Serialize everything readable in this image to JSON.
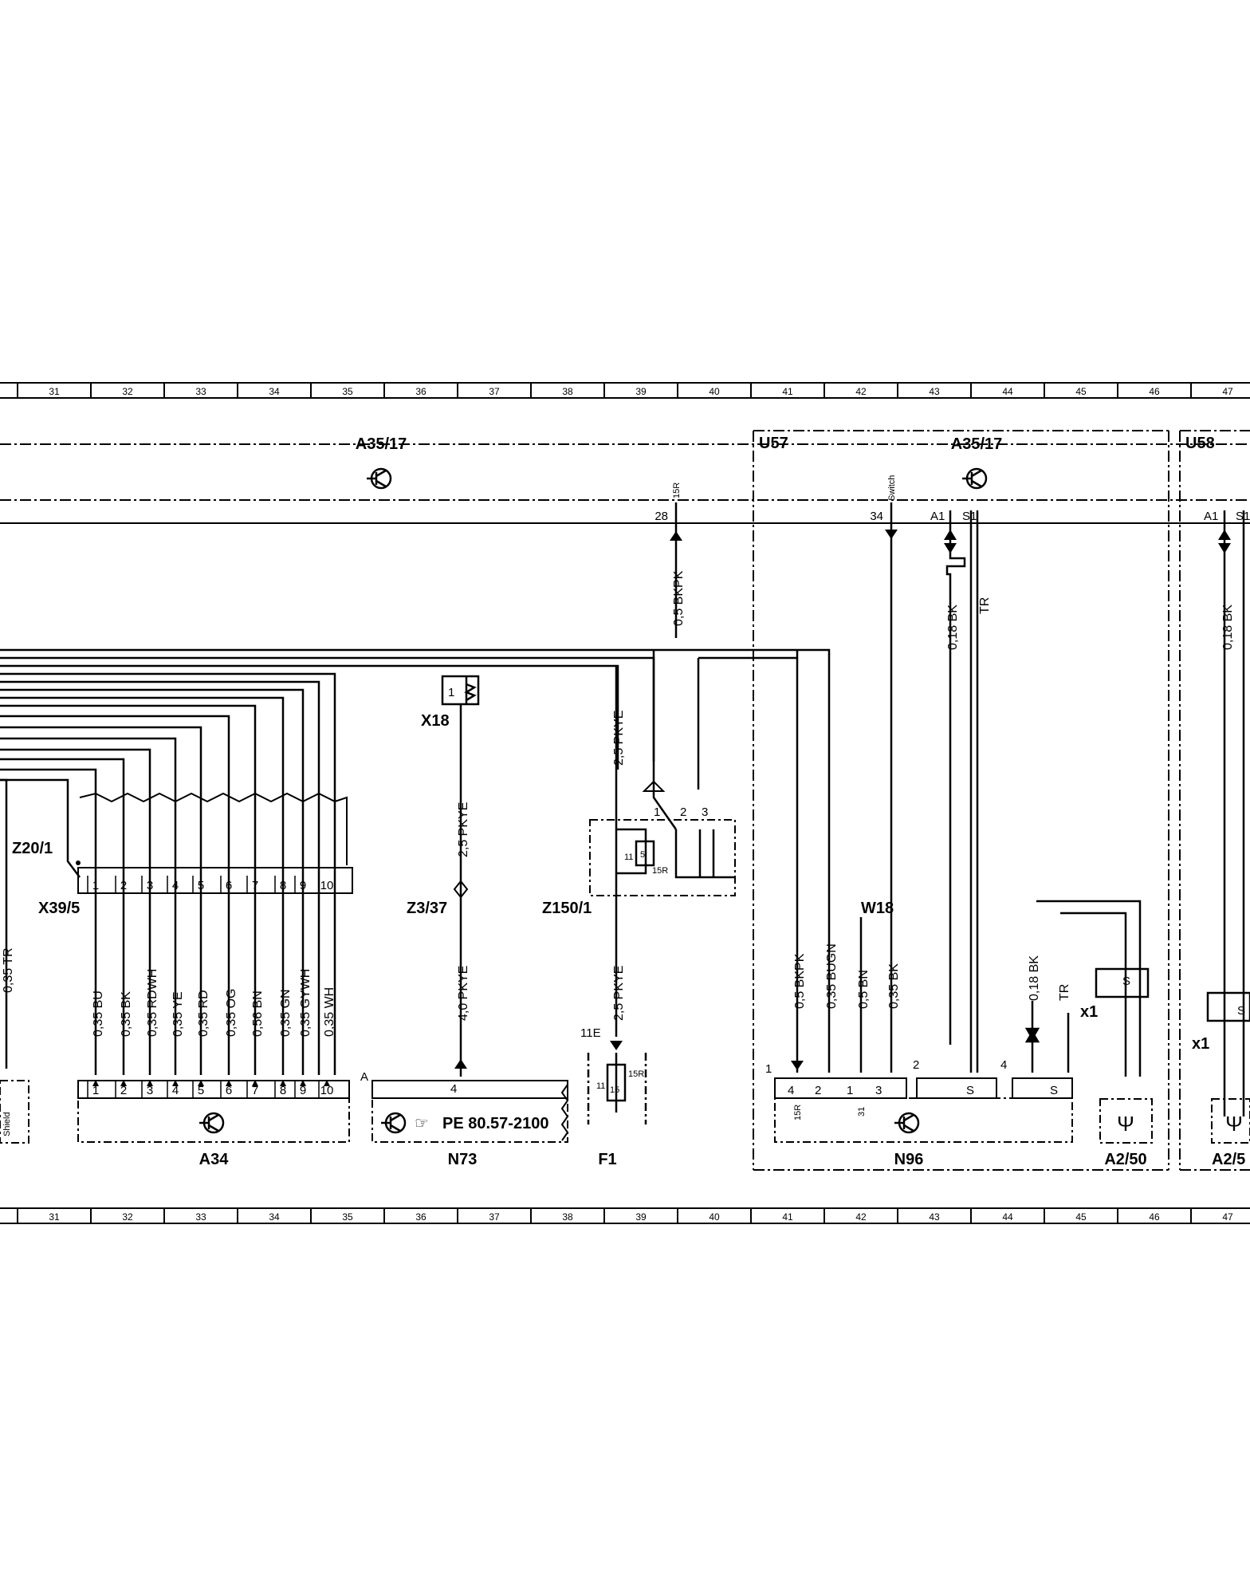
{
  "grid": {
    "columns": [
      "31",
      "32",
      "33",
      "34",
      "35",
      "36",
      "37",
      "38",
      "39",
      "40",
      "41",
      "42",
      "43",
      "44",
      "45",
      "46",
      "47"
    ]
  },
  "components": {
    "a35_17_left": "A35/17",
    "u57": "U57",
    "a35_17_right": "A35/17",
    "u58": "U58",
    "x18": "X18",
    "z20_1": "Z20/1",
    "x39_5": "X39/5",
    "z3_37": "Z3/37",
    "z150_1": "Z150/1",
    "w18": "W18",
    "a34": "A34",
    "n73": "N73",
    "f1": "F1",
    "n96": "N96",
    "a2_50": "A2/50",
    "a2_5_cut": "A2/5",
    "n73_ref": "PE 80.57-2100",
    "shield": "Shield",
    "x1_left": "x1",
    "x1_right": "x1"
  },
  "terminals": {
    "t15r": "15R",
    "switch": "Switch",
    "pin28": "28",
    "pin34": "34",
    "a1": "A1",
    "s1": "S1",
    "a1_u58": "A1",
    "s1_u58": "S1",
    "t11e": "11E",
    "t11": "11",
    "t15": "15",
    "t5": "5",
    "t31": "31",
    "letter_a": "A",
    "s": "S",
    "x18_pin": "1"
  },
  "x39_pins": [
    "1",
    "2",
    "3",
    "4",
    "5",
    "6",
    "7",
    "8",
    "9",
    "10"
  ],
  "a34_pins": [
    "1",
    "2",
    "3",
    "4",
    "5",
    "6",
    "7",
    "8",
    "9",
    "10"
  ],
  "a34_wires": [
    "0,35 BU",
    "0,35 BK",
    "0,35 RDWH",
    "0,35 YE",
    "0,35 RD",
    "0,35 OG",
    "0,56 BN",
    "0,35 GN",
    "0,35 GYWH",
    "0,35 WH"
  ],
  "wires": {
    "left_tr": "0,35 TR",
    "bkpk_top": "0,5 BKPK",
    "pkye_x18": "2,5 PKYE",
    "pkye_n73": "4,0 PKYE",
    "pkye_z150_top": "2,5 PKYE",
    "pkye_f1": "2,5 PKYE",
    "bk_a35": "0,18 BK",
    "tr_a35": "TR",
    "bkpk_n96": "0,5 BKPK",
    "bugn_n96": "0,35 BUGN",
    "bn_n96": "0,5 BN",
    "bk_n96": "0,35 BK",
    "bk_a250": "0,18 BK",
    "tr_a250": "TR",
    "bk_u58": "0,18 BK"
  },
  "relay_pins": [
    "1",
    "2",
    "3"
  ],
  "n73_pin": "4",
  "n96_pins": [
    "4",
    "2",
    "1",
    "3"
  ],
  "n96_group_pins": [
    "1",
    "2",
    "4"
  ]
}
